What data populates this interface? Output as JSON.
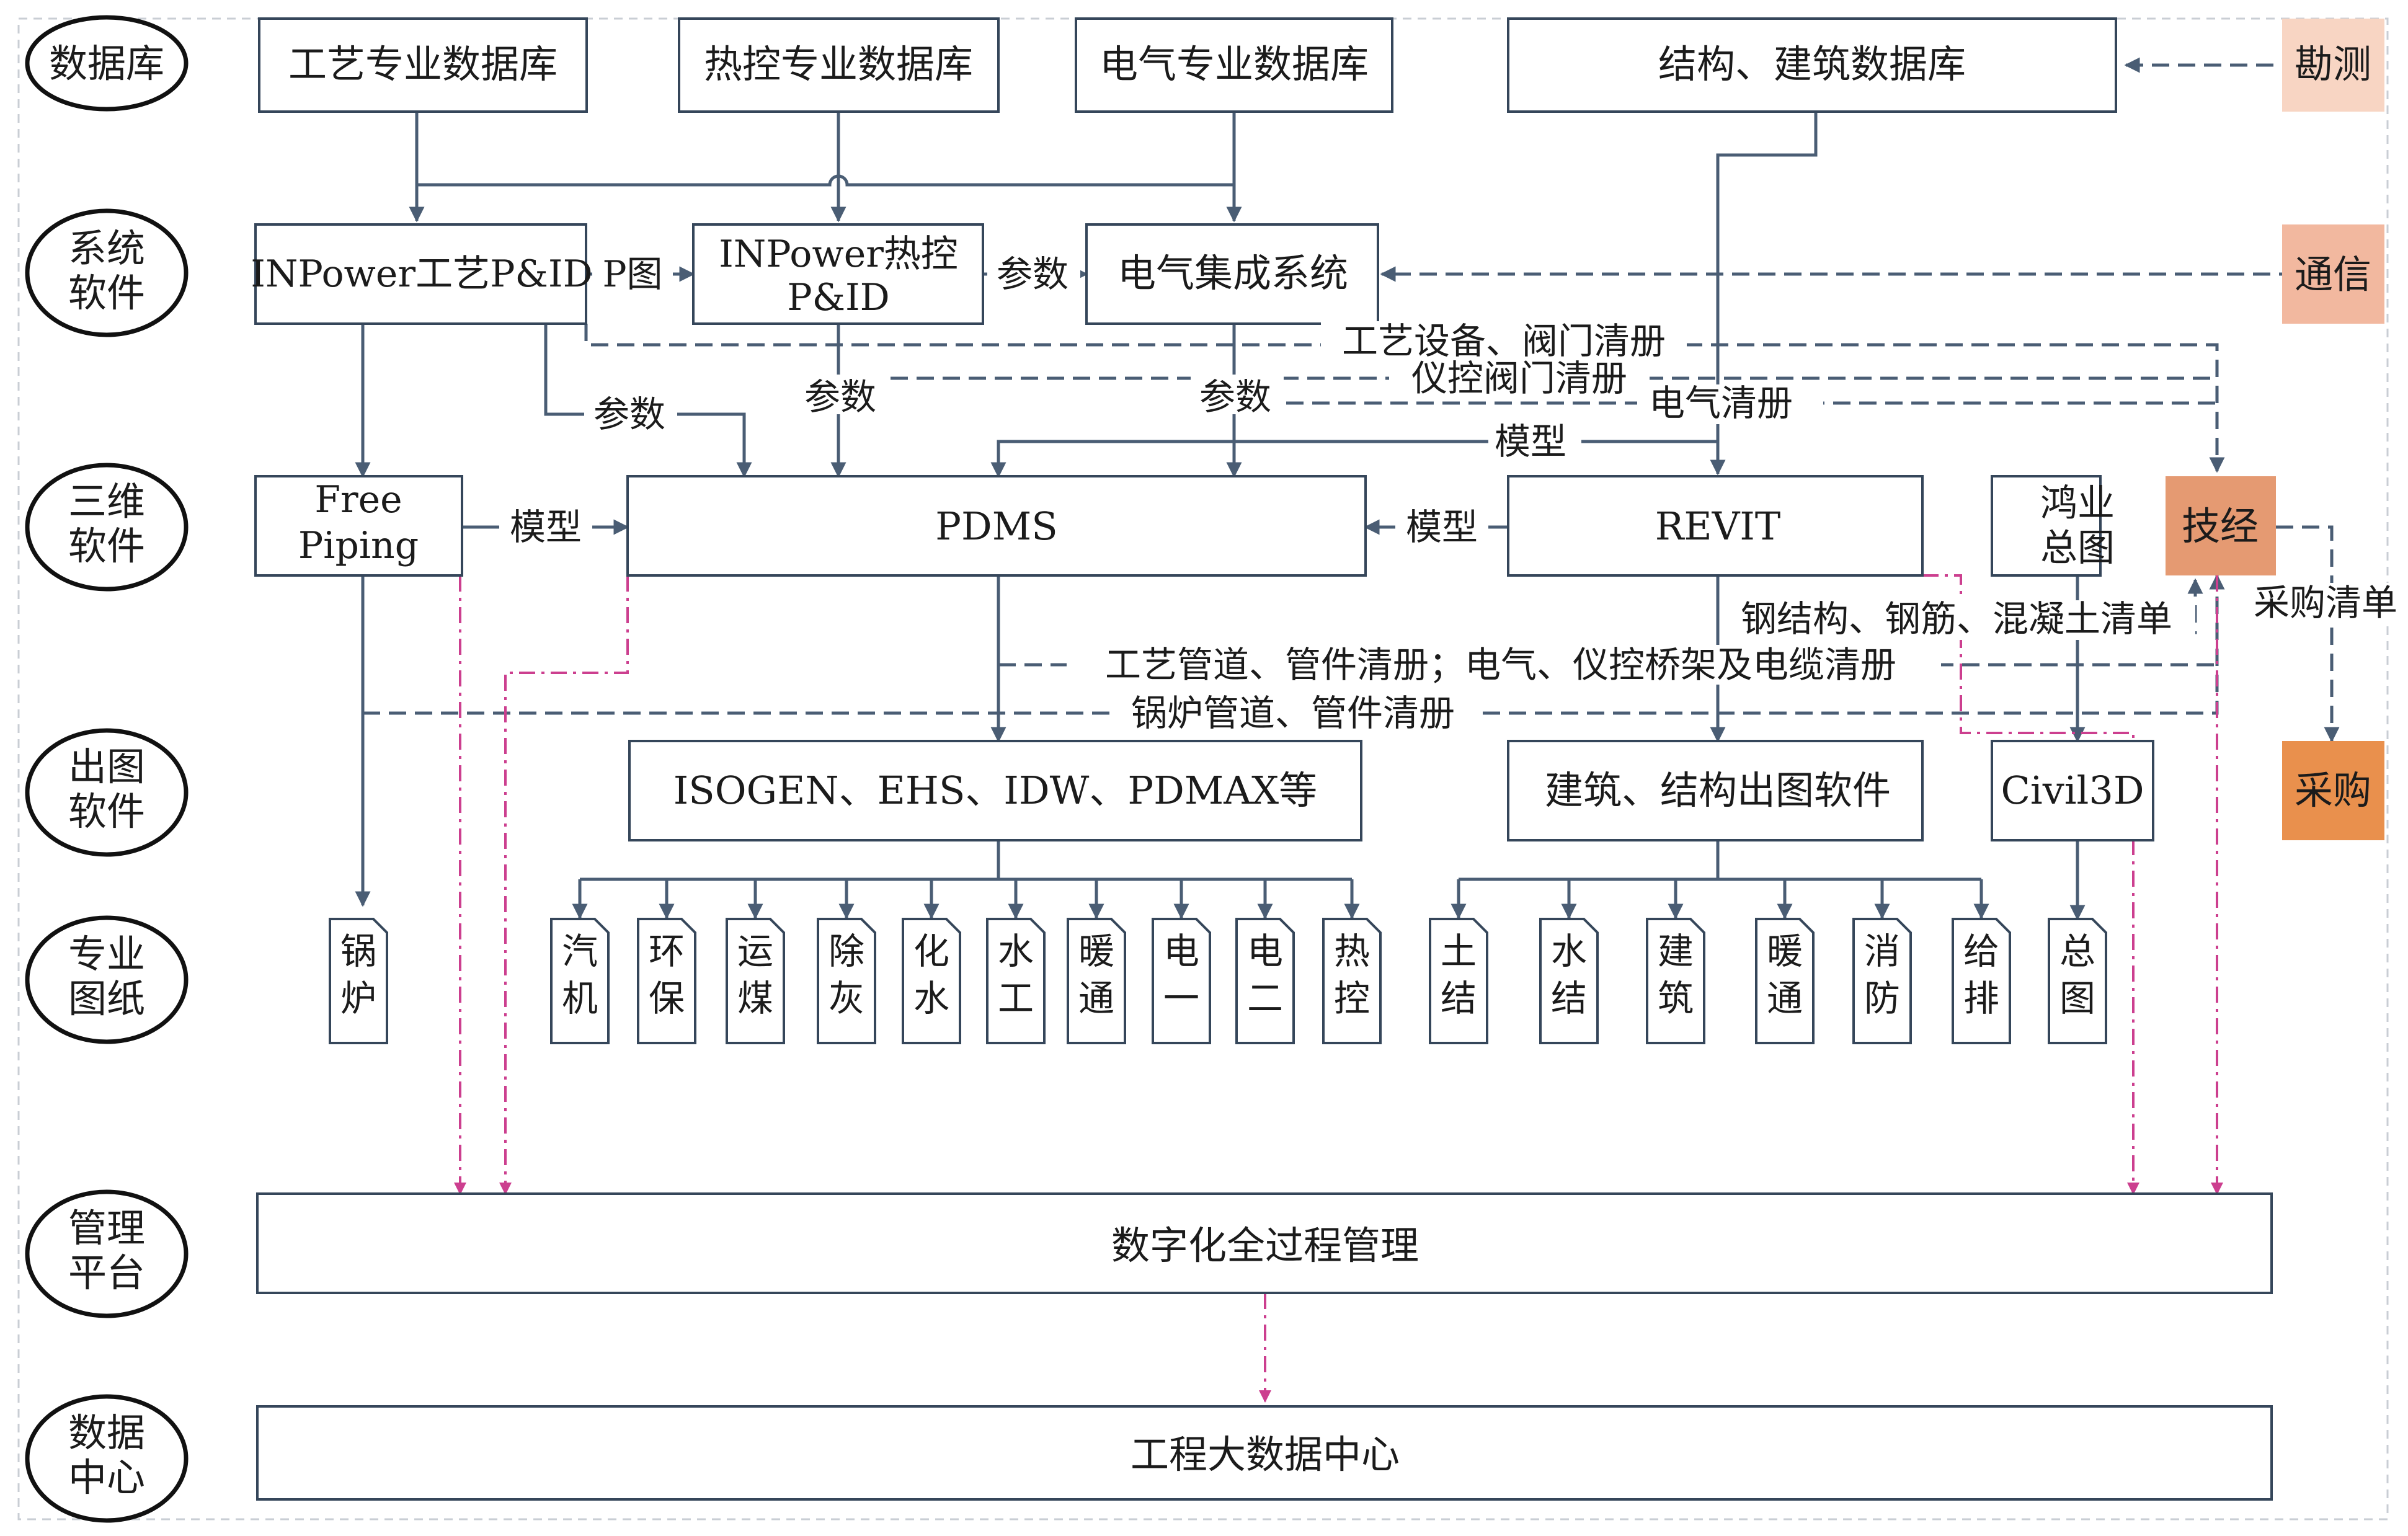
{
  "colors": {
    "line": "#4a5d74",
    "pink": "#cc3f8f",
    "kance_bg": "#f8d5c3",
    "tongxin_bg": "#f2b89f",
    "jijing_bg": "#e59a72",
    "caigou_bg": "#e9904d"
  },
  "layers": [
    "数据库",
    "系统软件",
    "三维软件",
    "出图软件",
    "专业图纸",
    "管理平台",
    "数据中心"
  ],
  "databases": [
    "工艺专业数据库",
    "热控专业数据库",
    "电气专业数据库",
    "结构、建筑数据库"
  ],
  "system_software": {
    "gongyi": "INPower工艺P&ID",
    "rekong_1": "INPower热控",
    "rekong_2": "P&ID",
    "dianqi": "电气集成系统"
  },
  "three_d": {
    "free_1": "Free",
    "free_2": "Piping",
    "pdms": "PDMS",
    "revit": "REVIT",
    "hongye_1": "鸿业",
    "hongye_2": "总图"
  },
  "drawing_software": {
    "left": "ISOGEN、EHS、IDW、PDMAX等",
    "mid": "建筑、结构出图软件",
    "right": "Civil3D"
  },
  "side": {
    "kance": "勘测",
    "tongxin": "通信",
    "jijing": "技经",
    "caigou": "采购",
    "caigou_list": "采购清单"
  },
  "edge_labels": {
    "p_tu": "P图",
    "canshu": "参数",
    "moxing": "模型",
    "gongyi_shebei": "工艺设备、阀门清册",
    "yikong": "仪控阀门清册",
    "dianqi_qingce": "电气清册",
    "gangjiegou": "钢结构、钢筋、混凝土清单",
    "gongyi_guandao": "工艺管道、管件清册；电气、仪控桥架及电缆清册",
    "guolu_guandao": "锅炉管道、管件清册"
  },
  "drawings": {
    "guolu": [
      "锅",
      "炉"
    ],
    "pdms_group": [
      [
        "汽",
        "机"
      ],
      [
        "环",
        "保"
      ],
      [
        "运",
        "煤"
      ],
      [
        "除",
        "灰"
      ],
      [
        "化",
        "水"
      ],
      [
        "水",
        "工"
      ],
      [
        "暖",
        "通"
      ],
      [
        "电",
        "一"
      ],
      [
        "电",
        "二"
      ],
      [
        "热",
        "控"
      ]
    ],
    "civil_group": [
      [
        "土",
        "结"
      ],
      [
        "水",
        "结"
      ],
      [
        "建",
        "筑"
      ],
      [
        "暖",
        "通"
      ],
      [
        "消",
        "防"
      ],
      [
        "给",
        "排"
      ]
    ],
    "zongtu": [
      "总",
      "图"
    ]
  },
  "platform": "数字化全过程管理",
  "data_center": "工程大数据中心"
}
